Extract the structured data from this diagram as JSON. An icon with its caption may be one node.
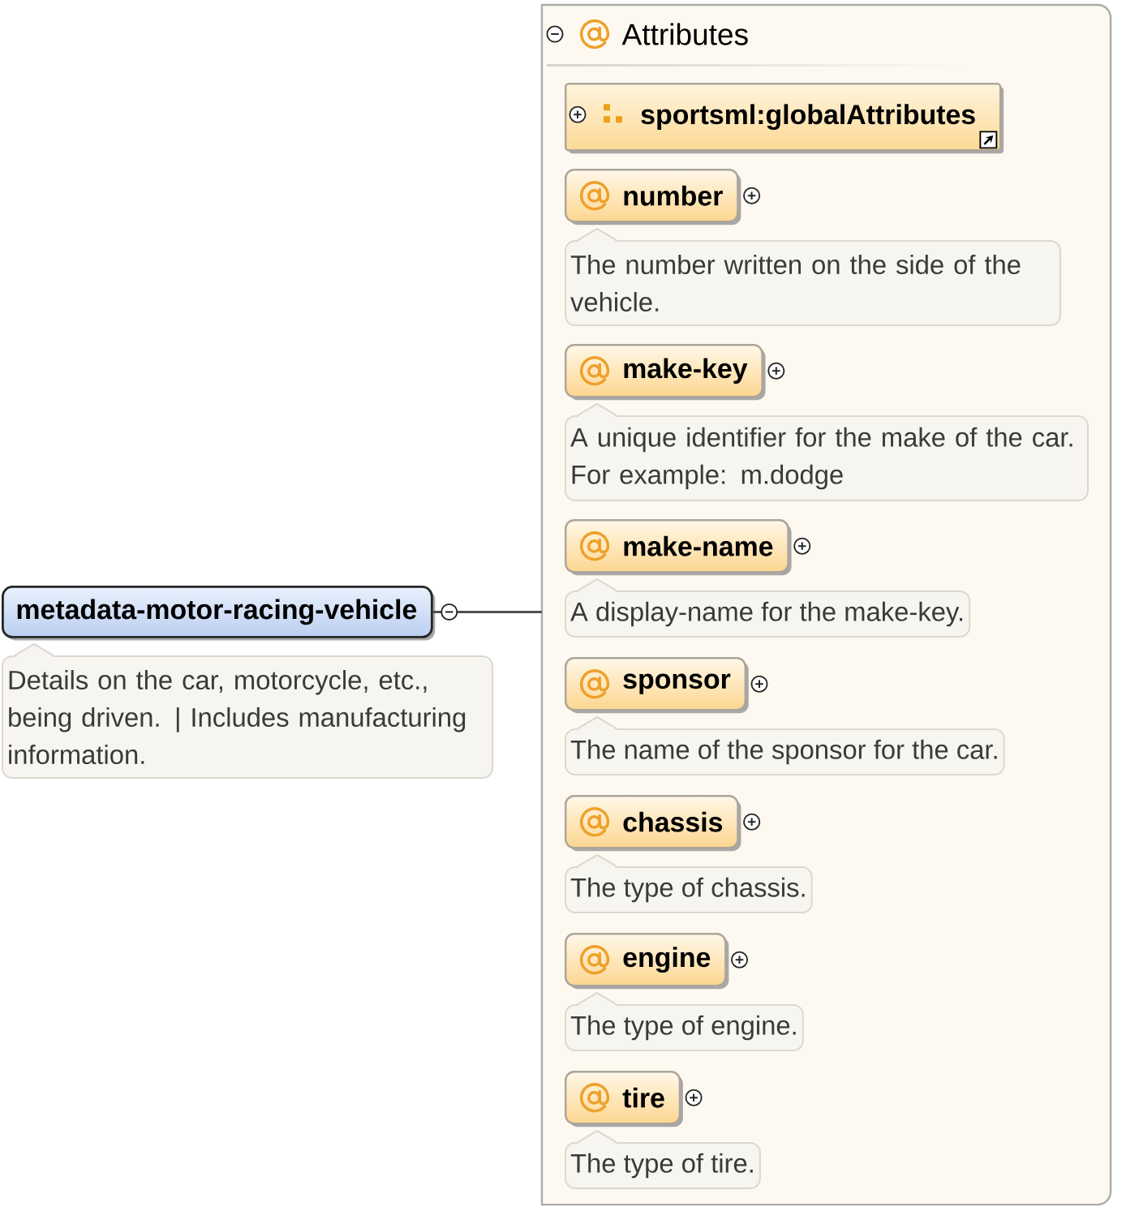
{
  "diagram": {
    "nodes": [
      {
        "text": [
          "metadata-motor-racing-vehicle"
        ],
        "beside": [
          "Details on the car, motorcycle, etc., being driven. | Includes manufacturing information."
        ]
      },
      {
        "text": [
          "Attributes"
        ]
      },
      {
        "text": [
          "sportsml:globalAttributes"
        ],
        "in": 1
      },
      {
        "text": [
          "number"
        ],
        "in": 1,
        "beside": [
          "The number written on the side of the vehicle."
        ]
      },
      {
        "text": [
          "make-key"
        ],
        "in": 1,
        "beside": [
          "A unique identifier for the make of the car. For example: m.dodge"
        ]
      },
      {
        "text": [
          "make-name"
        ],
        "in": 1,
        "beside": [
          "A display-name for the make-key."
        ]
      },
      {
        "text": [
          "sponsor"
        ],
        "in": 1,
        "beside": [
          "The name of the sponsor for the car."
        ]
      },
      {
        "text": [
          "chassis"
        ],
        "in": 1,
        "beside": [
          "The type of chassis."
        ]
      },
      {
        "text": [
          "engine"
        ],
        "in": 1,
        "beside": [
          "The type of engine."
        ]
      },
      {
        "text": [
          "tire"
        ],
        "in": 1,
        "beside": [
          "The type of tire."
        ]
      }
    ],
    "edges": [
      {
        "from": 0,
        "to": 1,
        "arrow": "none"
      }
    ]
  }
}
